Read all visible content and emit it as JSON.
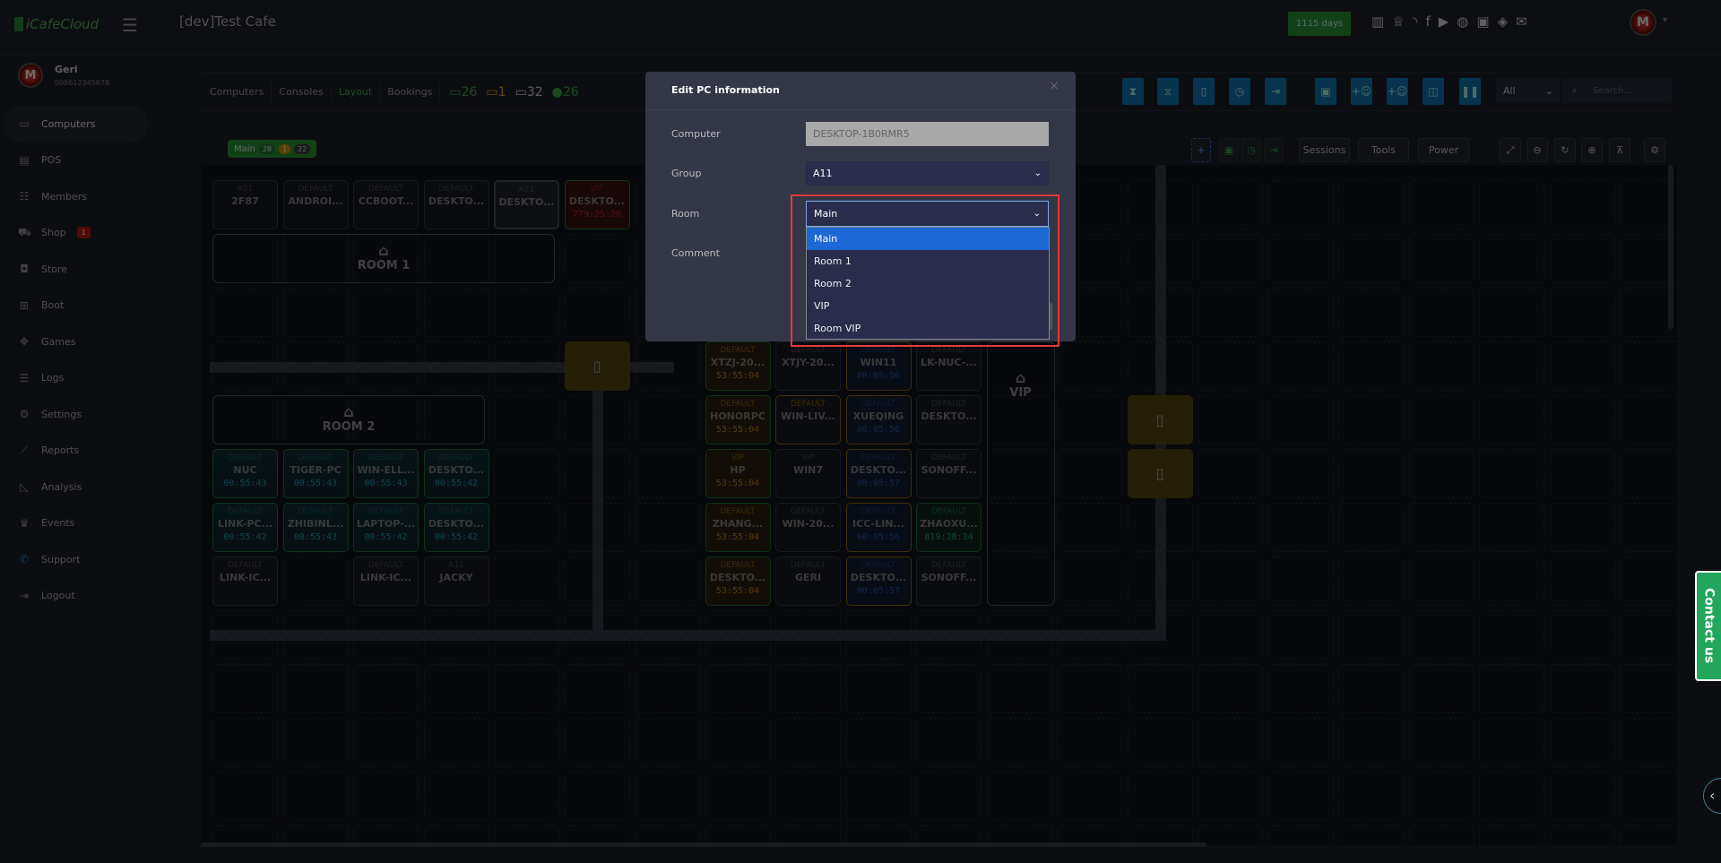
{
  "header": {
    "logo_text": "iCafeCloud",
    "cafe_title": "[dev]Test Cafe",
    "days_badge": "1115 days"
  },
  "sidebar": {
    "user": {
      "name": "Geri",
      "phone": "008612345678"
    },
    "items": [
      {
        "label": "Computers",
        "icon": "monitor-icon"
      },
      {
        "label": "POS",
        "icon": "cash-register-icon"
      },
      {
        "label": "Members",
        "icon": "users-icon"
      },
      {
        "label": "Shop",
        "icon": "cart-icon",
        "badge": "1"
      },
      {
        "label": "Store",
        "icon": "bag-icon"
      },
      {
        "label": "Boot",
        "icon": "windows-icon"
      },
      {
        "label": "Games",
        "icon": "gamepad-icon"
      },
      {
        "label": "Logs",
        "icon": "list-icon"
      },
      {
        "label": "Settings",
        "icon": "gear-icon"
      },
      {
        "label": "Reports",
        "icon": "line-chart-icon"
      },
      {
        "label": "Analysis",
        "icon": "area-chart-icon"
      },
      {
        "label": "Events",
        "icon": "crown-icon"
      },
      {
        "label": "Support",
        "icon": "phone-icon"
      },
      {
        "label": "Logout",
        "icon": "logout-icon"
      }
    ]
  },
  "toolbar": {
    "tabs": [
      "Computers",
      "Consoles",
      "Layout",
      "Bookings"
    ],
    "counts": {
      "online": "26",
      "warning": "1",
      "total": "32",
      "members": "26"
    },
    "filter": "All",
    "search_placeholder": "Search..."
  },
  "layout_toolbar": {
    "sessions": "Sessions",
    "tools": "Tools",
    "power": "Power"
  },
  "room_tab": {
    "label": "Main",
    "counts": [
      "28",
      "1",
      "22"
    ]
  },
  "rooms": [
    "ROOM 1",
    "ROOM 2",
    "VIP"
  ],
  "tiles": [
    {
      "group": "A11",
      "name": "2F87",
      "time": ""
    },
    {
      "group": "DEFAULT",
      "name": "ANDROI...",
      "time": ""
    },
    {
      "group": "DEFAULT",
      "name": "CCBOOT...",
      "time": ""
    },
    {
      "group": "DEFAULT",
      "name": "DESKTO...",
      "time": ""
    },
    {
      "group": "A11",
      "name": "DESKTO...",
      "time": ""
    },
    {
      "group": "VIP",
      "name": "DESKTO...",
      "time": "779:25:20"
    },
    {
      "group": "DEFAULT",
      "name": "NUC",
      "time": "00:55:43"
    },
    {
      "group": "DEFAULT",
      "name": "TIGER-PC",
      "time": "00:55:43"
    },
    {
      "group": "DEFAULT",
      "name": "WIN-ELL...",
      "time": "00:55:43"
    },
    {
      "group": "DEFAULT",
      "name": "DESKTO...",
      "time": "00:55:42"
    },
    {
      "group": "DEFAULT",
      "name": "LINK-PC...",
      "time": "00:55:42"
    },
    {
      "group": "DEFAULT",
      "name": "ZHIBINL...",
      "time": "00:55:43"
    },
    {
      "group": "DEFAULT",
      "name": "LAPTOP-...",
      "time": "00:55:42"
    },
    {
      "group": "DEFAULT",
      "name": "DESKTO...",
      "time": "00:55:42"
    },
    {
      "group": "DEFAULT",
      "name": "LINK-IC...",
      "time": ""
    },
    {
      "group": "DEFAULT",
      "name": "LINK-IC...",
      "time": ""
    },
    {
      "group": "A11",
      "name": "JACKY",
      "time": ""
    },
    {
      "group": "DEFAULT",
      "name": "XTZJ-20...",
      "time": "53:55:04"
    },
    {
      "group": "DEFAULT",
      "name": "XTJY-20...",
      "time": ""
    },
    {
      "group": "DEFAULT",
      "name": "WIN11",
      "time": "00:05:56"
    },
    {
      "group": "DEFAULT",
      "name": "LK-NUC-...",
      "time": ""
    },
    {
      "group": "DEFAULT",
      "name": "HONORPC",
      "time": "53:55:04"
    },
    {
      "group": "DEFAULT",
      "name": "WIN-LIV...",
      "time": ""
    },
    {
      "group": "DEFAULT",
      "name": "XUEQING",
      "time": "00:05:56"
    },
    {
      "group": "DEFAULT",
      "name": "DESKTO...",
      "time": ""
    },
    {
      "group": "VIP",
      "name": "HP",
      "time": "53:55:04"
    },
    {
      "group": "VIP",
      "name": "WIN7",
      "time": ""
    },
    {
      "group": "DEFAULT",
      "name": "DESKTO...",
      "time": "00:05:57"
    },
    {
      "group": "DEFAULT",
      "name": "SONOFF...",
      "time": ""
    },
    {
      "group": "DEFAULT",
      "name": "ZHANG...",
      "time": "53:55:04"
    },
    {
      "group": "DEFAULT",
      "name": "WIN-20...",
      "time": ""
    },
    {
      "group": "DEFAULT",
      "name": "ICC-LIN...",
      "time": "00:05:56"
    },
    {
      "group": "DEFAULT",
      "name": "ZHAOXU...",
      "time": "819:28:34"
    },
    {
      "group": "DEFAULT",
      "name": "DESKTO...",
      "time": "53:55:04"
    },
    {
      "group": "DEFAULT",
      "name": "GERI",
      "time": ""
    },
    {
      "group": "DEFAULT",
      "name": "DESKTO...",
      "time": "00:05:57"
    },
    {
      "group": "DEFAULT",
      "name": "SONOFF...",
      "time": ""
    }
  ],
  "modal": {
    "title": "Edit PC information",
    "close": "×",
    "labels": {
      "computer": "Computer",
      "group": "Group",
      "room": "Room",
      "comment": "Comment"
    },
    "computer_value": "DESKTOP-1B0RMR5",
    "group_value": "A11",
    "room_value": "Main",
    "room_options": [
      "Main",
      "Room 1",
      "Room 2",
      "VIP",
      "Room VIP"
    ]
  },
  "contact": "Contact us"
}
